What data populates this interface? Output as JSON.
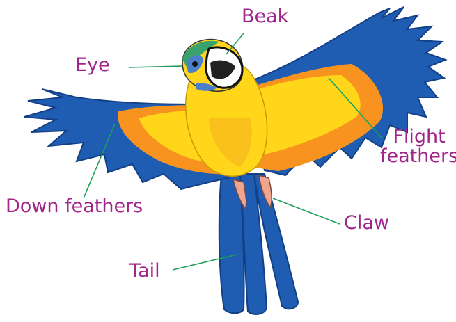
{
  "labels": {
    "beak": "Beak",
    "eye": "Eye",
    "flight_line1": "Flight",
    "flight_line2": "feathers",
    "down": "Down feathers",
    "claw": "Claw",
    "tail": "Tail"
  },
  "colors": {
    "label_text": "#a0248a",
    "leader_line": "#1f9e5a",
    "wing_blue": "#1f5db3",
    "wing_blue_dark": "#123f86",
    "body_yellow": "#ffd61a",
    "wing_orange": "#f7931e",
    "head_green": "#3aa36b",
    "claw_pink": "#f2a58e"
  }
}
